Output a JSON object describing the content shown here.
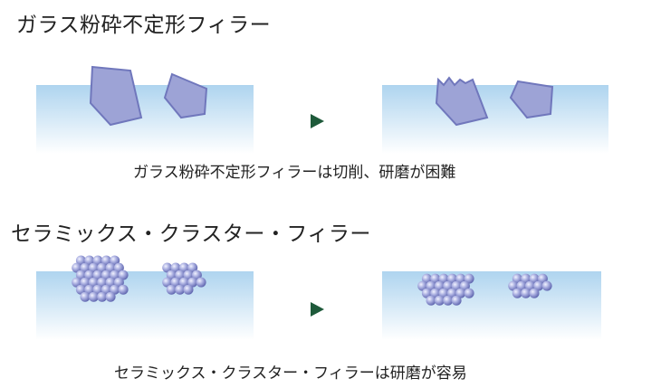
{
  "section1": {
    "title": "ガラス粉砕不定形フィラー",
    "caption": "ガラス粉砕不定形フィラーは切削、研磨が困難"
  },
  "section2": {
    "title": "セラミックス・クラスター・フィラー",
    "caption": "セラミックス・クラスター・フィラーは研磨が容易"
  },
  "colors": {
    "particle_fill": "#9da3d6",
    "particle_stroke": "#7077bc",
    "surface_top": "#aed4ef",
    "arrow": "#1e5a3a"
  }
}
